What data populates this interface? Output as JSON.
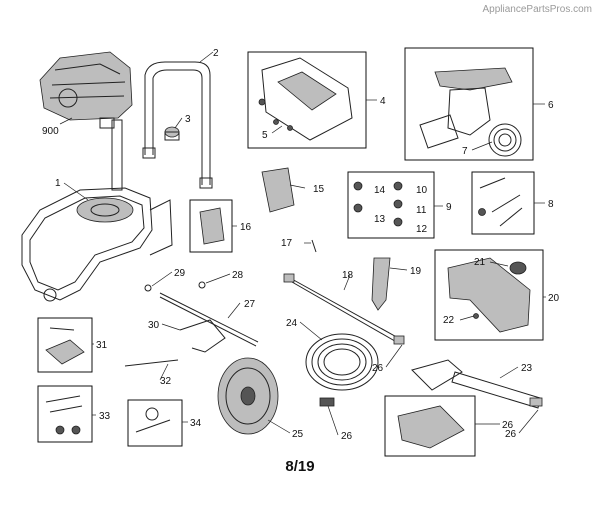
{
  "watermark": "AppliancePartsPros.com",
  "page_label": "8/19",
  "part_labels": [
    "900",
    "1",
    "2",
    "3",
    "4",
    "5",
    "6",
    "7",
    "8",
    "9",
    "10",
    "11",
    "12",
    "13",
    "14",
    "15",
    "16",
    "17",
    "18",
    "19",
    "20",
    "21",
    "22",
    "23",
    "24",
    "25",
    "26",
    "26",
    "26",
    "26",
    "27",
    "28",
    "29",
    "30",
    "31",
    "32",
    "33",
    "34"
  ],
  "colors": {
    "line": "#222222",
    "shade": "#bdbdbd",
    "background": "#ffffff"
  }
}
